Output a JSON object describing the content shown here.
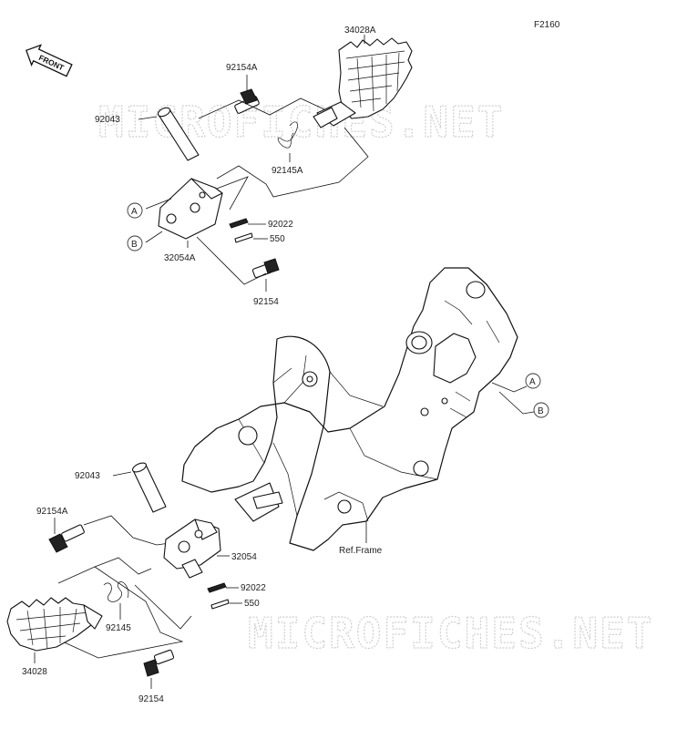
{
  "diagram_code": "F2160",
  "front_arrow": {
    "label": "FRONT"
  },
  "watermark": {
    "text": "MICROFICHES.NET"
  },
  "upper_assembly": {
    "footpeg": "34028A",
    "bolt_top": "92154A",
    "pin": "92043",
    "spring": "92145A",
    "bracket": "32054A",
    "washer": "92022",
    "cotter": "550",
    "bolt_bottom": "92154",
    "ref_a": "A",
    "ref_b": "B"
  },
  "frame_section": {
    "ref_frame": "Ref.Frame",
    "ref_a": "A",
    "ref_b": "B"
  },
  "lower_assembly": {
    "pin": "92043",
    "bolt_top": "92154A",
    "bracket": "32054",
    "washer": "92022",
    "cotter": "550",
    "spring": "92145",
    "footpeg": "34028",
    "bolt_bottom": "92154"
  }
}
